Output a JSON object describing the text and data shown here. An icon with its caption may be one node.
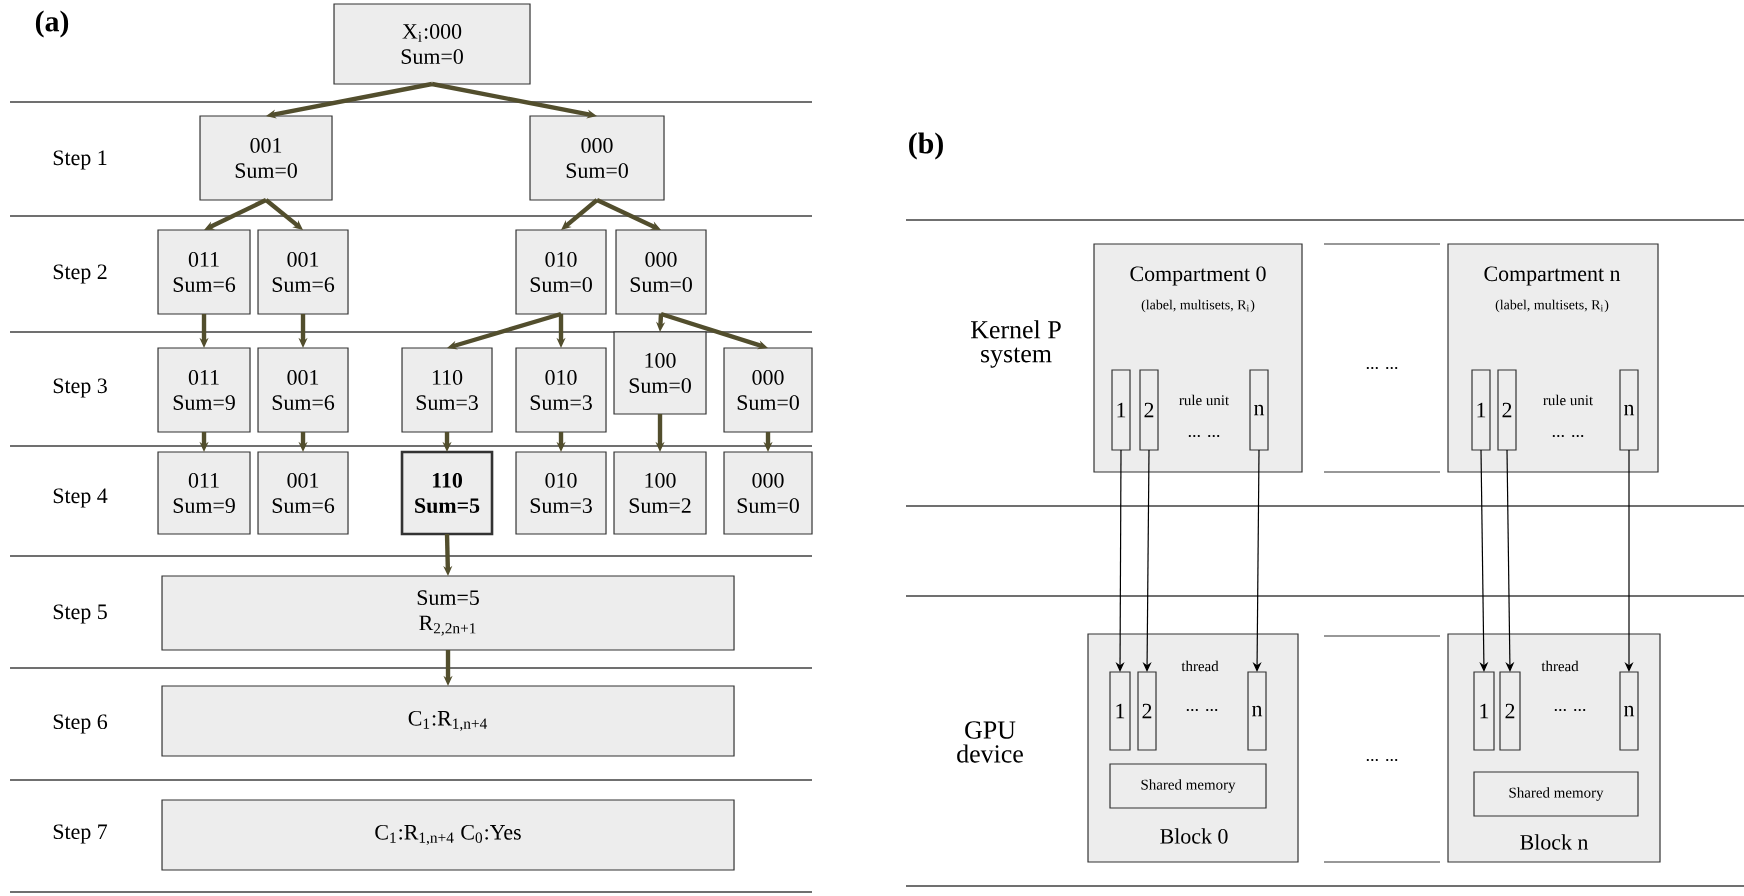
{
  "diagram": {
    "nodes": [
      {
        "text": [
          "X$_{i}$:000",
          "Sum=0"
        ]
      },
      {
        "text": [
          "001",
          "Sum=0"
        ]
      },
      {
        "text": [
          "000",
          "Sum=0"
        ]
      },
      {
        "text": [
          "011",
          "Sum=6"
        ]
      },
      {
        "text": [
          "001",
          "Sum=6"
        ]
      },
      {
        "text": [
          "010",
          "Sum=0"
        ]
      },
      {
        "text": [
          "000",
          "Sum=0"
        ]
      },
      {
        "text": [
          "011",
          "Sum=9"
        ]
      },
      {
        "text": [
          "001",
          "Sum=6"
        ]
      },
      {
        "text": [
          "110",
          "Sum=3"
        ]
      },
      {
        "text": [
          "010",
          "Sum=3"
        ]
      },
      {
        "text": [
          "100",
          "Sum=0"
        ]
      },
      {
        "text": [
          "000",
          "Sum=0"
        ]
      },
      {
        "text": [
          "011",
          "Sum=9"
        ]
      },
      {
        "text": [
          "001",
          "Sum=6"
        ]
      },
      {
        "text": [
          "110",
          "Sum=5"
        ]
      },
      {
        "text": [
          "010",
          "Sum=3"
        ]
      },
      {
        "text": [
          "100",
          "Sum=2"
        ]
      },
      {
        "text": [
          "000",
          "Sum=0"
        ]
      },
      {
        "text": [
          "Sum=5",
          "R$_{2,2n+1}$"
        ]
      },
      {
        "text": [
          "C$_{1}$:R$_{1,n+4}$"
        ]
      },
      {
        "text": [
          "C$_{1}$:R$_{1,n+4}$ C$_{0}$:Yes"
        ]
      },
      {
        "text": [
          "Compartment 0",
          "(label, multisets, R$_{i}$)",
          "rule unit",
          "... ..."
        ]
      },
      {
        "text": [
          "1"
        ],
        "in": 22
      },
      {
        "text": [
          "2"
        ],
        "in": 22
      },
      {
        "text": [
          "n"
        ],
        "in": 22
      },
      {
        "text": [
          "Compartment n",
          "(label, multisets, R$_{i}$)",
          "rule unit",
          "... ..."
        ]
      },
      {
        "text": [
          "1"
        ],
        "in": 26
      },
      {
        "text": [
          "2"
        ],
        "in": 26
      },
      {
        "text": [
          "n"
        ],
        "in": 26
      },
      {
        "text": [
          "thread",
          "... ...",
          "Block 0"
        ]
      },
      {
        "text": [
          "1"
        ],
        "in": 30
      },
      {
        "text": [
          "2"
        ],
        "in": 30
      },
      {
        "text": [
          "n"
        ],
        "in": 30
      },
      {
        "text": [
          "Shared memory"
        ],
        "in": 30
      },
      {
        "text": [
          "thread",
          "... ...",
          "Block n"
        ]
      },
      {
        "text": [
          "1"
        ],
        "in": 35
      },
      {
        "text": [
          "2"
        ],
        "in": 35
      },
      {
        "text": [
          "n"
        ],
        "in": 35
      },
      {
        "text": [
          "Shared memory"
        ],
        "in": 35
      }
    ],
    "edges": [
      {
        "from": 0,
        "to": 1,
        "arrow": "to"
      },
      {
        "from": 0,
        "to": 2,
        "arrow": "to"
      },
      {
        "from": 1,
        "to": 3,
        "arrow": "to"
      },
      {
        "from": 1,
        "to": 4,
        "arrow": "to"
      },
      {
        "from": 2,
        "to": 5,
        "arrow": "to"
      },
      {
        "from": 2,
        "to": 6,
        "arrow": "to"
      },
      {
        "from": 3,
        "to": 7,
        "arrow": "to"
      },
      {
        "from": 4,
        "to": 8,
        "arrow": "to"
      },
      {
        "from": 5,
        "to": 9,
        "arrow": "to"
      },
      {
        "from": 5,
        "to": 10,
        "arrow": "to"
      },
      {
        "from": 6,
        "to": 11,
        "arrow": "to"
      },
      {
        "from": 6,
        "to": 12,
        "arrow": "to"
      },
      {
        "from": 7,
        "to": 13,
        "arrow": "to"
      },
      {
        "from": 8,
        "to": 14,
        "arrow": "to"
      },
      {
        "from": 9,
        "to": 15,
        "arrow": "to"
      },
      {
        "from": 10,
        "to": 16,
        "arrow": "to"
      },
      {
        "from": 11,
        "to": 17,
        "arrow": "to"
      },
      {
        "from": 12,
        "to": 18,
        "arrow": "to"
      },
      {
        "from": 15,
        "to": 19,
        "arrow": "to"
      },
      {
        "from": 19,
        "to": 20,
        "arrow": "to"
      },
      {
        "from": 23,
        "to": 31,
        "arrow": "to",
        "color": "#000000"
      },
      {
        "from": 24,
        "to": 32,
        "arrow": "to",
        "color": "#000000"
      },
      {
        "from": 25,
        "to": 33,
        "arrow": "to",
        "color": "#000000"
      },
      {
        "from": 27,
        "to": 36,
        "arrow": "to",
        "color": "#000000"
      },
      {
        "from": 28,
        "to": 37,
        "arrow": "to",
        "color": "#000000"
      },
      {
        "from": 29,
        "to": 38,
        "arrow": "to",
        "color": "#000000"
      }
    ],
    "labels": [
      "(a)",
      "Step 1",
      "Step 2",
      "Step 3",
      "Step 4",
      "Step 5",
      "Step 6",
      "Step 7",
      "(b)",
      "Kernel P system",
      "... ...",
      "GPU device",
      "... ..."
    ]
  }
}
